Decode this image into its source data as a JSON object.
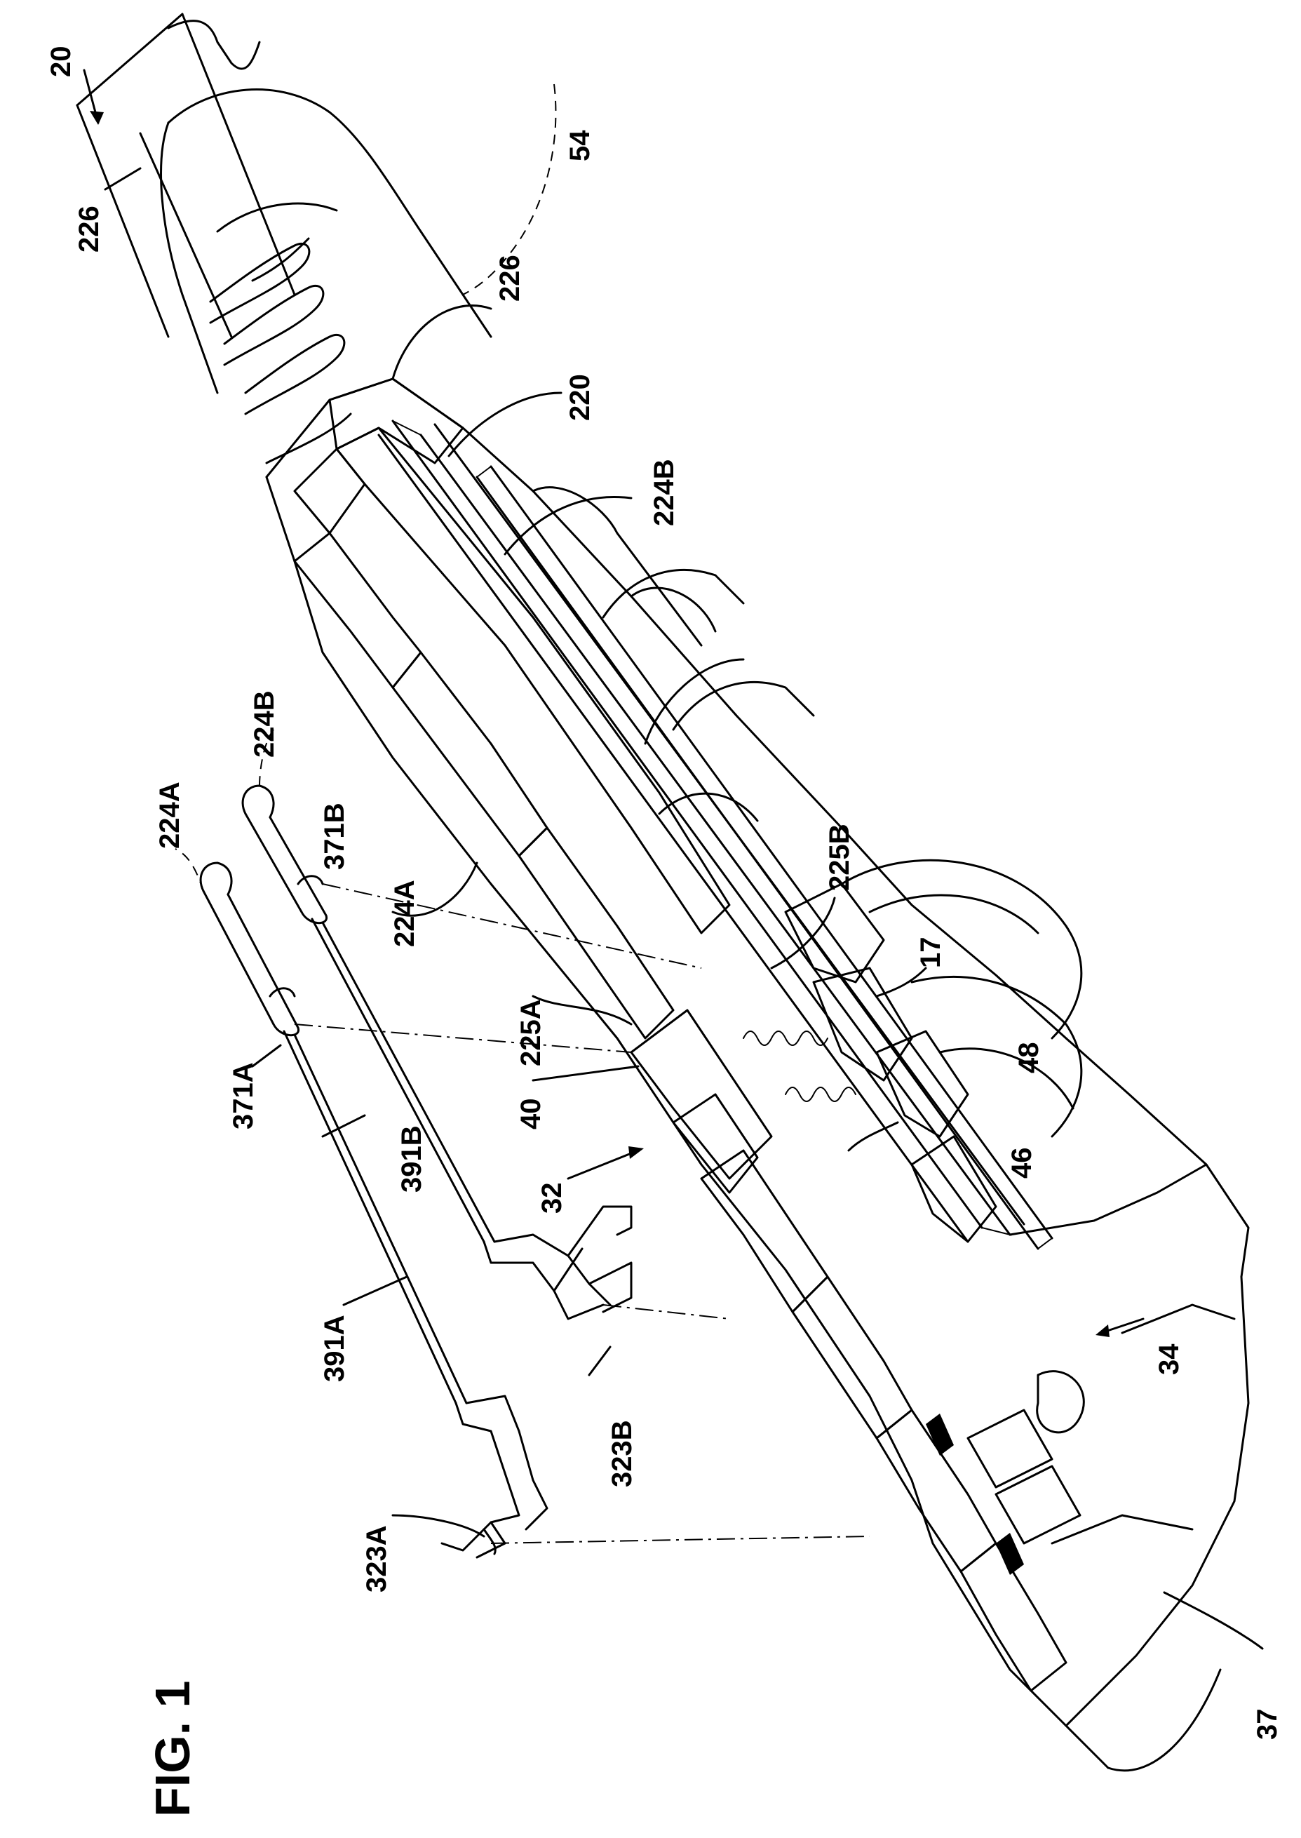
{
  "figure": {
    "title": "FIG. 1"
  },
  "labels": {
    "l20": "20",
    "l226_top": "226",
    "l54": "54",
    "l226_mid": "226",
    "l220": "220",
    "l224B_right": "224B",
    "l224B_left": "224B",
    "l224A_left": "224A",
    "l371B": "371B",
    "l224A_mid": "224A",
    "l225B": "225B",
    "l17": "17",
    "l48": "48",
    "l371A": "371A",
    "l225A": "225A",
    "l391B": "391B",
    "l40": "40",
    "l46": "46",
    "l32": "32",
    "l391A": "391A",
    "l323B": "323B",
    "l34": "34",
    "l323A": "323A",
    "l37": "37"
  }
}
